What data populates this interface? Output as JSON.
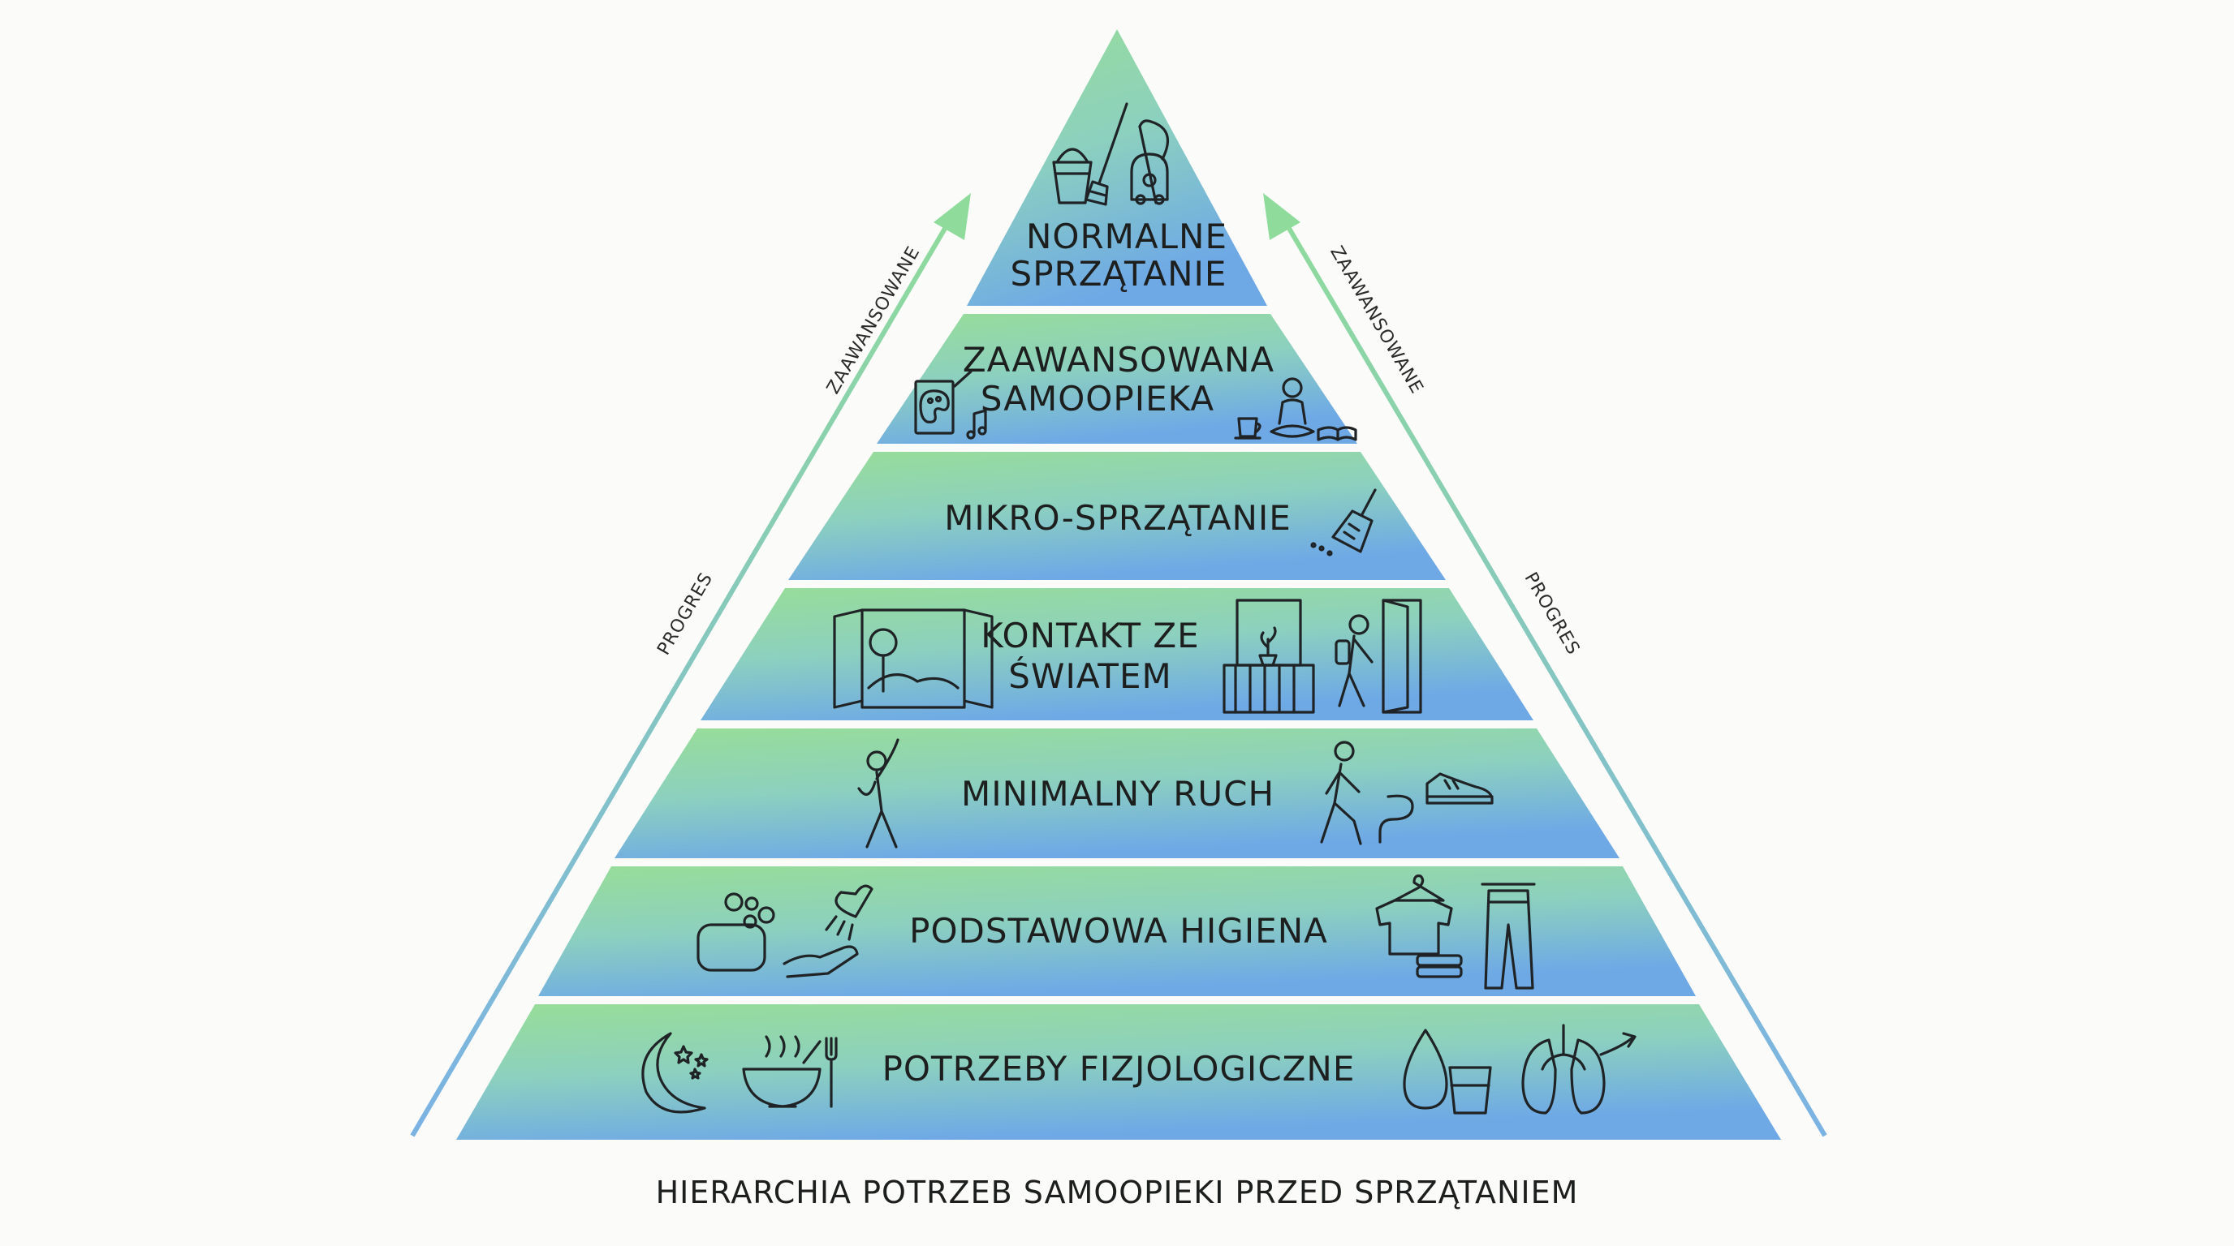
{
  "caption": "HIERARCHIA POTRZEB SAMOOPIEKI PRZED SPRZĄTANIEM",
  "side_labels": {
    "left_upper": "ZAAWANSOWANE",
    "left_lower": "PROGRES",
    "right_upper": "ZAAWANSOWANE",
    "right_lower": "PROGRES"
  },
  "levels": [
    {
      "lines": [
        "NORMALNE",
        "SPRZĄTANIE"
      ],
      "icons": [
        "bucket-icon",
        "mop-icon",
        "vacuum-icon"
      ]
    },
    {
      "lines": [
        "ZAAWANSOWANA",
        "SAMOOPIEKA"
      ],
      "icons": [
        "palette-icon",
        "music-note-icon",
        "tea-cup-icon",
        "meditation-icon",
        "book-icon"
      ]
    },
    {
      "lines": [
        "MIKRO-SPRZĄTANIE"
      ],
      "icons": [
        "hand-broom-icon"
      ]
    },
    {
      "lines": [
        "KONTAKT ZE",
        "ŚWIATEM"
      ],
      "icons": [
        "open-window-icon",
        "balcony-icon",
        "hiker-door-icon"
      ]
    },
    {
      "lines": [
        "MINIMALNY RUCH"
      ],
      "icons": [
        "stretching-icon",
        "walking-icon",
        "sneaker-icon"
      ]
    },
    {
      "lines": [
        "PODSTAWOWA HIGIENA"
      ],
      "icons": [
        "soap-icon",
        "shower-icon",
        "clean-clothes-icon",
        "trousers-icon"
      ]
    },
    {
      "lines": [
        "POTRZEBY FIZJOLOGICZNE"
      ],
      "icons": [
        "moon-stars-icon",
        "bowl-icon",
        "water-icon",
        "lungs-icon"
      ]
    }
  ],
  "colors": {
    "top": "#97dc9c",
    "bottom": "#6aa7e7",
    "arrow_top": "#8fd9a0",
    "arrow_bottom": "#7bb3e4"
  }
}
